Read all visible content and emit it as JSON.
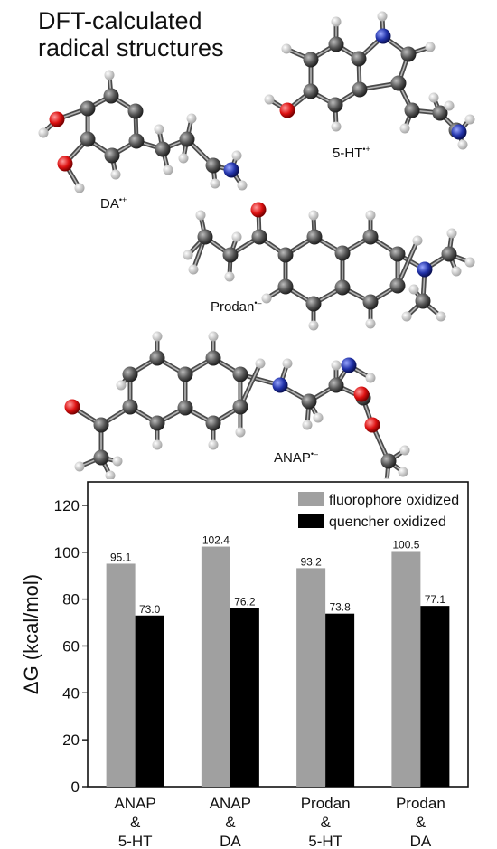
{
  "figure": {
    "title_line1": "DFT-calculated",
    "title_line2": "radical structures"
  },
  "molecules": {
    "da": {
      "name": "DA",
      "charge": "•+"
    },
    "serotonin": {
      "name": "5-HT",
      "charge": "•+"
    },
    "prodan": {
      "name": "Prodan",
      "charge": "•–"
    },
    "anap": {
      "name": "ANAP",
      "charge": "•–"
    }
  },
  "atom_colors": {
    "carbon": "#555555",
    "hydrogen": "#d8d8d8",
    "oxygen": "#dd1111",
    "nitrogen": "#2233aa"
  },
  "chart_data": {
    "type": "bar",
    "ylabel": "ΔG (kcal/mol)",
    "xlabel": "",
    "ylim": [
      0,
      130
    ],
    "yticks": [
      0,
      20,
      40,
      60,
      80,
      100,
      120
    ],
    "categories": [
      [
        "ANAP",
        "&",
        "5-HT"
      ],
      [
        "ANAP",
        "&",
        "DA"
      ],
      [
        "Prodan",
        "&",
        "5-HT"
      ],
      [
        "Prodan",
        "&",
        "DA"
      ]
    ],
    "series": [
      {
        "name": "fluorophore oxidized",
        "color": "#a0a0a0",
        "values": [
          95.1,
          102.4,
          93.2,
          100.5
        ],
        "labels": [
          "95.1",
          "102.4",
          "93.2",
          "100.5"
        ]
      },
      {
        "name": "quencher oxidized",
        "color": "#000000",
        "values": [
          73.0,
          76.2,
          73.8,
          77.1
        ],
        "labels": [
          "73.0",
          "76.2",
          "73.8",
          "77.1"
        ]
      }
    ],
    "legend_position": "top-right",
    "grid": false
  }
}
